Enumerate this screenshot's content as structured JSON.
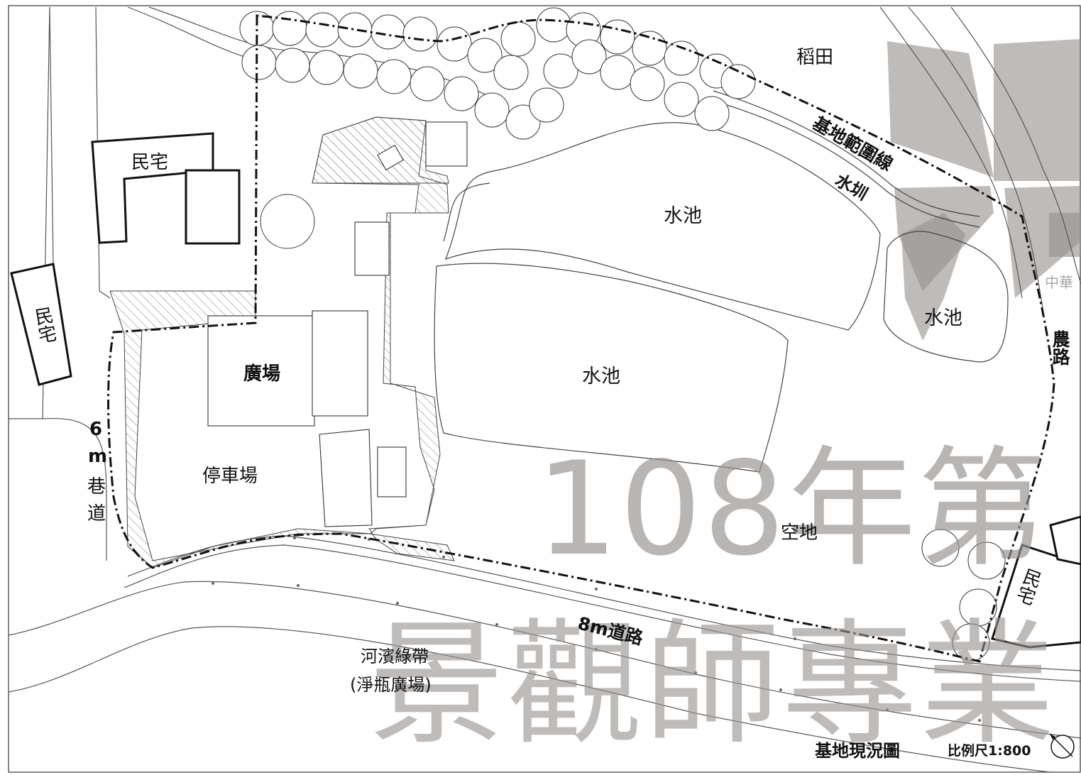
{
  "title": "基地現況圖",
  "scale": "比例尺1:800",
  "colors": {
    "line": "#111111",
    "hatch": "#8a8a8a",
    "watermark": "#9a9590"
  },
  "labels": {
    "residence": "民宅",
    "rice_field": "稻田",
    "boundary": "基地範圍線",
    "canal": "水圳",
    "pond": "水池",
    "plaza": "廣場",
    "parking": "停車場",
    "vacant": "空地",
    "road_8m": "8m道路",
    "riverside_line1": "河濱綠帶",
    "riverside_line2": "(淨瓶廣場)",
    "alley_line1": "6",
    "alley_line2": "m",
    "alley_line3": "巷",
    "alley_line4": "道",
    "farm_road": "農路"
  },
  "watermark": {
    "line1": "108年第",
    "line2": "景觀師專業",
    "logo_text": "中華"
  },
  "icons": [
    "north-arrow-icon",
    "tree-icon",
    "arrow-icon"
  ]
}
